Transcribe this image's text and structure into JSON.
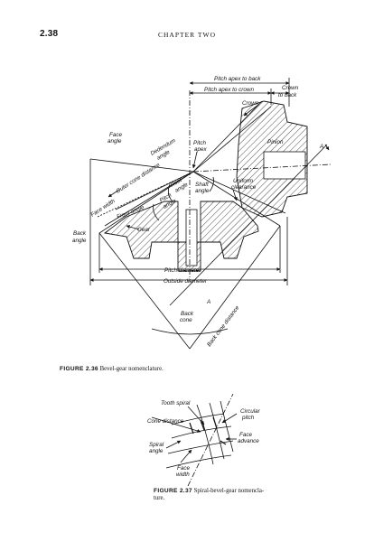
{
  "header": {
    "page_number": "2.38",
    "chapter": "CHAPTER TWO"
  },
  "figure_1": {
    "labels": {
      "pitch_apex_to_back": "Pitch apex to back",
      "pitch_apex_to_crown": "Pitch apex to crown",
      "crown_to_back_line1": "Crown",
      "crown_to_back_line2": "to back",
      "crown": "Crown",
      "pinion": "Pinion",
      "pitch_apex_line1": "Pitch",
      "pitch_apex_line2": "apex",
      "face_angle_line1": "Face",
      "face_angle_line2": "angle",
      "outer_cone_distance": "Outer cone distance",
      "dedendum_angle_line1": "Dedendum",
      "dedendum_angle_line2": "angle",
      "face_width": "Face width",
      "root_angle_line1": "Root",
      "root_angle_line2": "angle",
      "shaft_angle_line1": "Shaft",
      "shaft_angle_line2": "angle",
      "uniform_clearance_line1": "Uniform",
      "uniform_clearance_line2": "clearance",
      "pitch_angle_line1": "Pitch",
      "pitch_angle_line2": "angle",
      "front_angle": "Front angle",
      "gear": "Gear",
      "back_angle_line1": "Back",
      "back_angle_line2": "angle",
      "section_mark_a1": "A",
      "section_mark_a2": "A",
      "pitch_diameter": "Pitch diameter",
      "outside_diameter": "Outside diameter",
      "back_cone_line1": "Back",
      "back_cone_line2": "cone",
      "back_cone_distance": "Back cone distance"
    },
    "caption_number": "FIGURE 2.36",
    "caption_text": "Bevel-gear nomenclature."
  },
  "figure_2": {
    "labels": {
      "tooth_spiral": "Tooth spiral",
      "circular_pitch_line1": "Circular",
      "circular_pitch_line2": "pitch",
      "cone_distance": "Cone distance",
      "face_advance_line1": "Face",
      "face_advance_line2": "advance",
      "spiral_angle_line1": "Spiral",
      "spiral_angle_line2": "angle",
      "face_width_line1": "Face",
      "face_width_line2": "width"
    },
    "caption_number": "FIGURE 2.37",
    "caption_text_line1": "Spiral-bevel-gear nomencla-",
    "caption_text_line2": "ture."
  }
}
